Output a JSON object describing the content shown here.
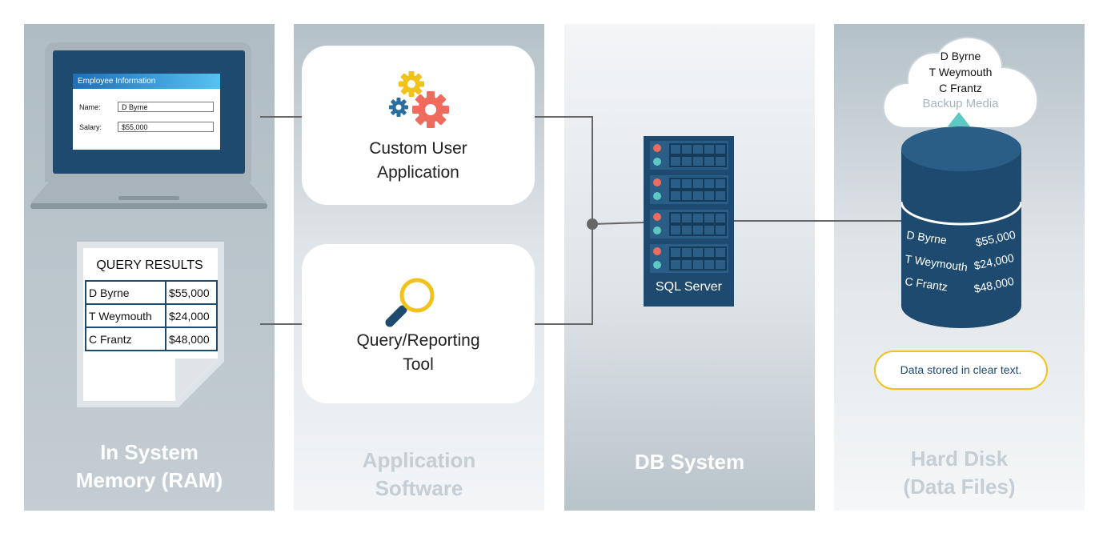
{
  "columns": {
    "ram": {
      "title_line1": "In System",
      "title_line2": "Memory (RAM)"
    },
    "app": {
      "title_line1": "Application",
      "title_line2": "Software"
    },
    "db": {
      "title": "DB System"
    },
    "hd": {
      "title_line1": "Hard Disk",
      "title_line2": "(Data Files)"
    }
  },
  "employee_window": {
    "title": "Employee Information",
    "name_label": "Name:",
    "name_value": "D Byrne",
    "salary_label": "Salary:",
    "salary_value": "$55,000"
  },
  "query_results": {
    "title": "QUERY RESULTS",
    "rows": [
      {
        "name": "D Byrne",
        "value": "$55,000"
      },
      {
        "name": "T Weymouth",
        "value": "$24,000"
      },
      {
        "name": "C Frantz",
        "value": "$48,000"
      }
    ]
  },
  "apps": {
    "custom": {
      "line1": "Custom User",
      "line2": "Application"
    },
    "query": {
      "line1": "Query/Reporting",
      "line2": "Tool"
    }
  },
  "server": {
    "label": "SQL Server"
  },
  "backup": {
    "names": [
      "D Byrne",
      "T Weymouth",
      "C Frantz"
    ],
    "label": "Backup Media"
  },
  "disk_rows": [
    {
      "name": "D Byrne",
      "value": "$55,000"
    },
    {
      "name": "T Weymouth",
      "value": "$24,000"
    },
    {
      "name": "C Frantz",
      "value": "$48,000"
    }
  ],
  "callout": "Data stored in clear text.",
  "colors": {
    "navy": "#1d4a6e",
    "accent_yellow": "#f1c21b",
    "gear_red": "#ef6b5e",
    "gear_blue": "#2a6f9e",
    "teal": "#5ec8c4",
    "connector": "#666666"
  }
}
